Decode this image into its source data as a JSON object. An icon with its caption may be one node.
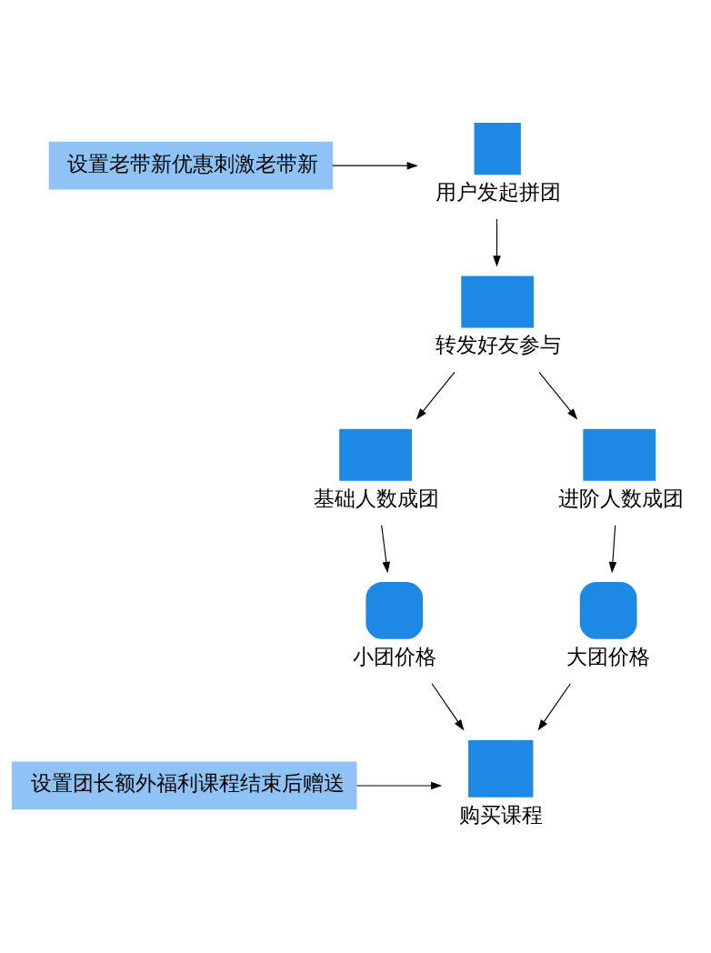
{
  "diagram": {
    "nodes": [
      {
        "text": [
          "设置老带新优惠刺激老带新"
        ]
      },
      {
        "text": [
          "用户发起拼团"
        ]
      },
      {
        "text": [
          "转发好友参与"
        ]
      },
      {
        "text": [
          "基础人数成团"
        ]
      },
      {
        "text": [
          "进阶人数成团"
        ]
      },
      {
        "text": [
          "小团价格"
        ]
      },
      {
        "text": [
          "大团价格"
        ]
      },
      {
        "text": [
          "购买课程"
        ]
      },
      {
        "text": [
          "设置团长额外福利课程结束后赠送"
        ]
      }
    ],
    "edges": [
      {
        "from": 0,
        "to": 1,
        "arrow": "to"
      },
      {
        "from": 1,
        "to": 2,
        "arrow": "to"
      },
      {
        "from": 2,
        "to": 3,
        "arrow": "to"
      },
      {
        "from": 2,
        "to": 4,
        "arrow": "to"
      },
      {
        "from": 3,
        "to": 5,
        "arrow": "to"
      },
      {
        "from": 4,
        "to": 6,
        "arrow": "to"
      },
      {
        "from": 5,
        "to": 7,
        "arrow": "to"
      },
      {
        "from": 6,
        "to": 7,
        "arrow": "to"
      },
      {
        "from": 8,
        "to": 7,
        "arrow": "to"
      }
    ]
  }
}
